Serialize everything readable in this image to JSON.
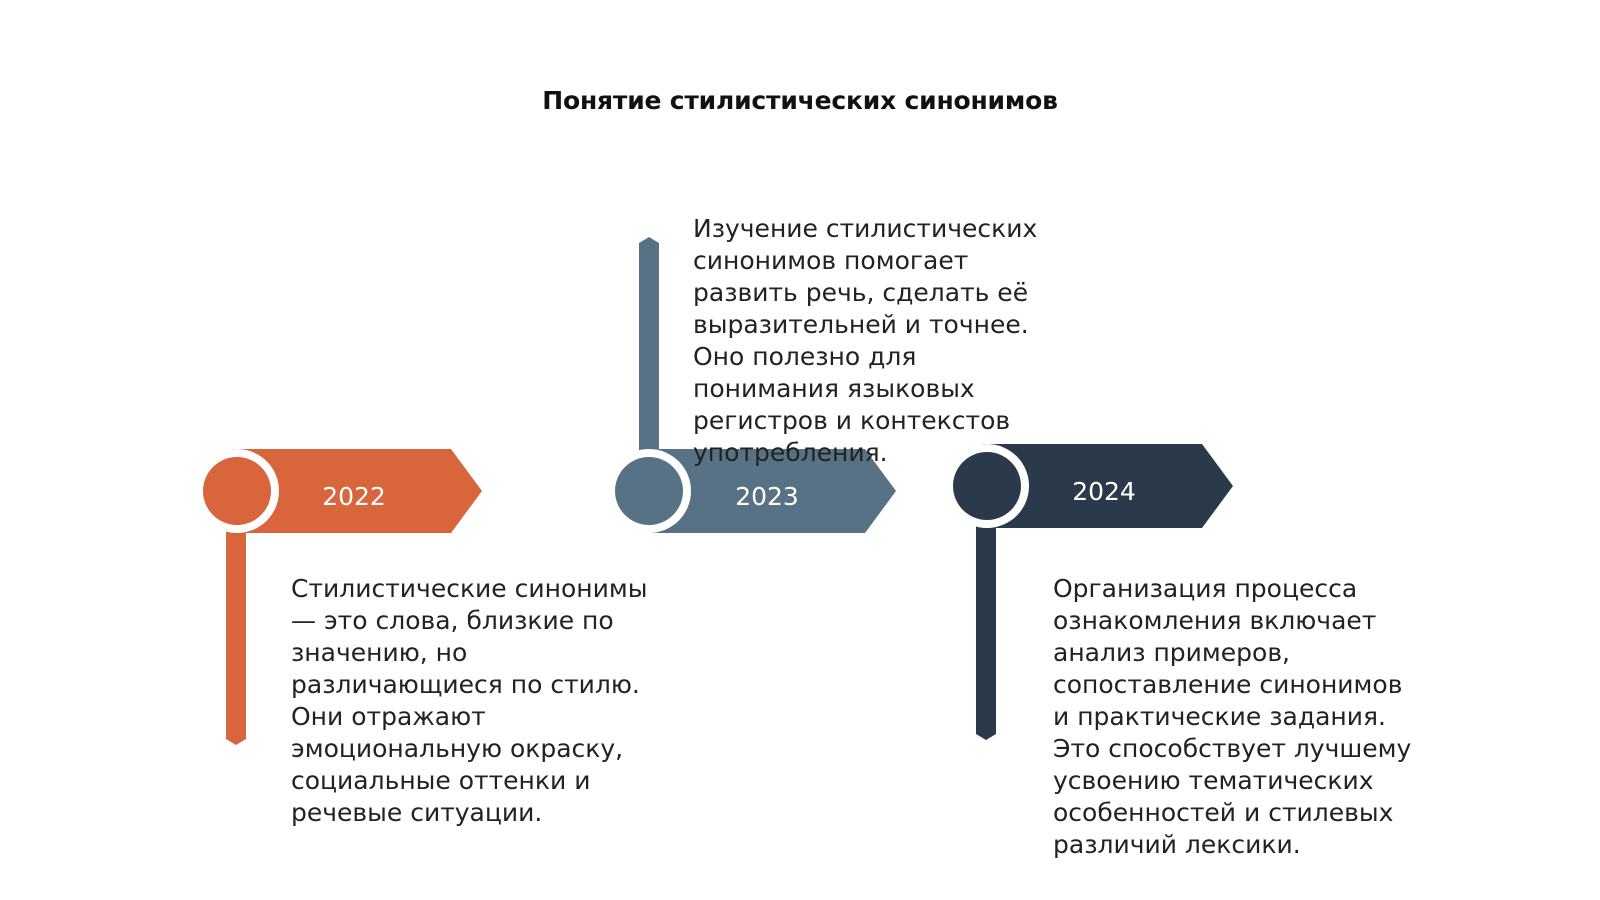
{
  "title": "Понятие стилистических синонимов",
  "colors": {
    "orange": "#d8653c",
    "slate": "#577285",
    "navy": "#2b3a4b"
  },
  "milestones": [
    {
      "year": "2022",
      "text": "Стилистические синонимы\n— это слова, близкие по\nзначению, но\nразличающиеся по стилю.\nОни отражают\nэмоциональную окраску,\nсоциальные оттенки и\nречевые ситуации."
    },
    {
      "year": "2023",
      "text": "Изучение стилистических\nсинонимов помогает\nразвить речь, сделать её\nвыразительней и точнее.\nОно полезно для\nпонимания языковых\nрегистров и контекстов\nупотребления."
    },
    {
      "year": "2024",
      "text": "Организация процесса\nознакомления включает\nанализ примеров,\nсопоставление синонимов\nи практические задания.\nЭто способствует лучшему\nусвоению тематических\nособенностей и стилевых\nразличий лексики."
    }
  ]
}
